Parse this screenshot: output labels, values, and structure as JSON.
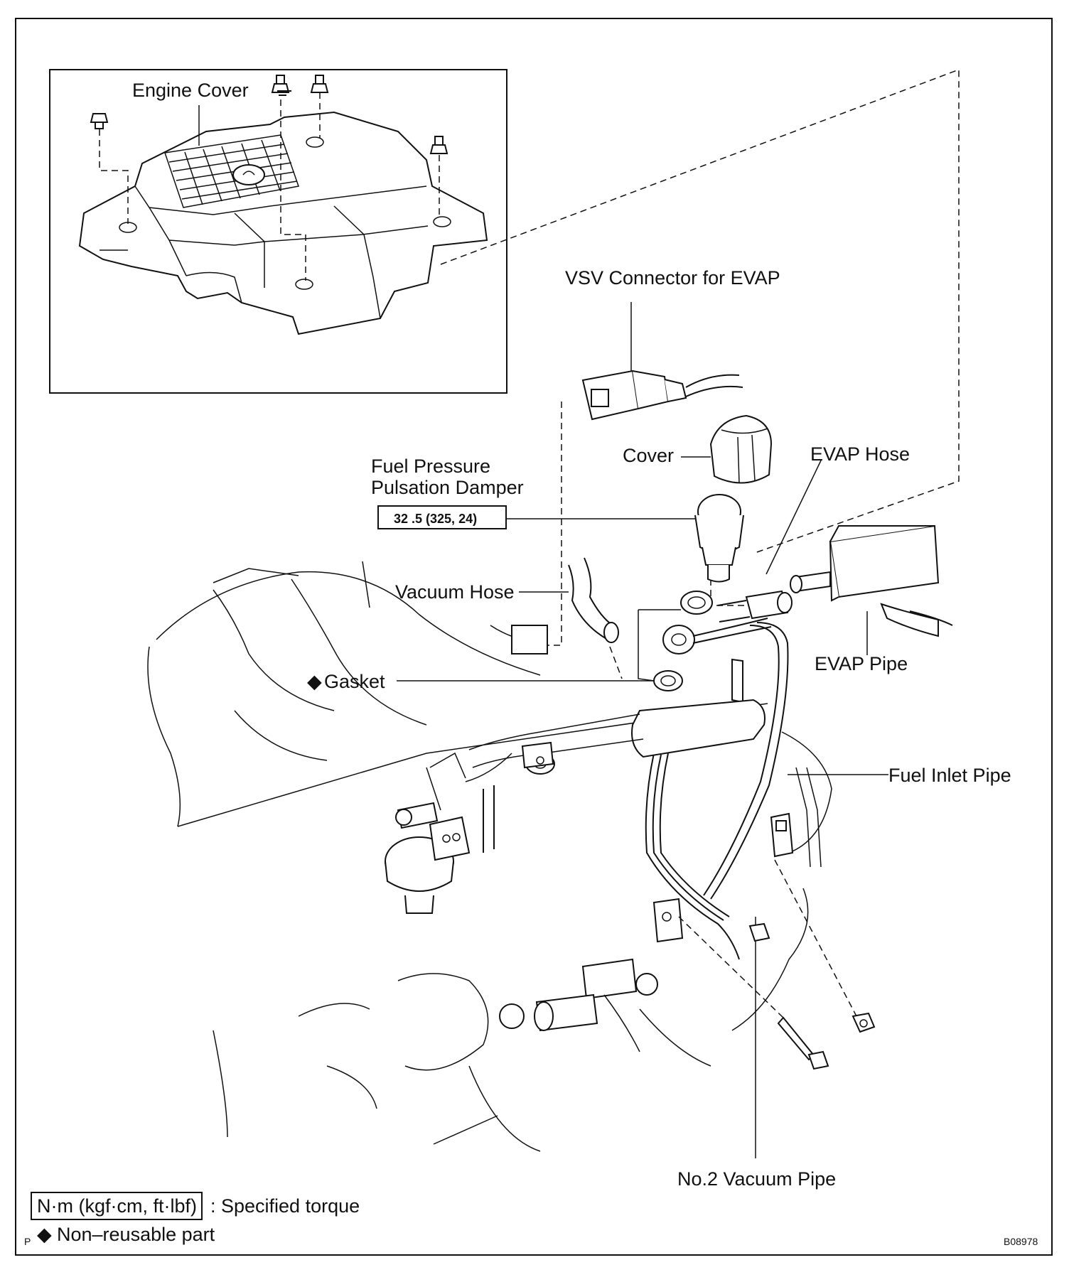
{
  "labels": {
    "engine_cover": "Engine Cover",
    "vsv_connector": "VSV Connector for EVAP",
    "fuel_pressure_line1": "Fuel Pressure",
    "fuel_pressure_line2": "Pulsation Damper",
    "torque_value": "32 .5 (325, 24)",
    "cover": "Cover",
    "evap_hose": "EVAP Hose",
    "vacuum_hose": "Vacuum Hose",
    "gasket": "Gasket",
    "evap_pipe": "EVAP Pipe",
    "fuel_inlet_pipe": "Fuel Inlet Pipe",
    "no2_vacuum_pipe": "No.2 Vacuum Pipe"
  },
  "legend": {
    "torque_unit": "N·m (kgf·cm, ft·lbf)",
    "torque_desc": ": Specified torque",
    "non_reusable": "Non–reusable part",
    "marker_symbol": "◆",
    "corner_letter": "P"
  },
  "figure_code": "B08978"
}
